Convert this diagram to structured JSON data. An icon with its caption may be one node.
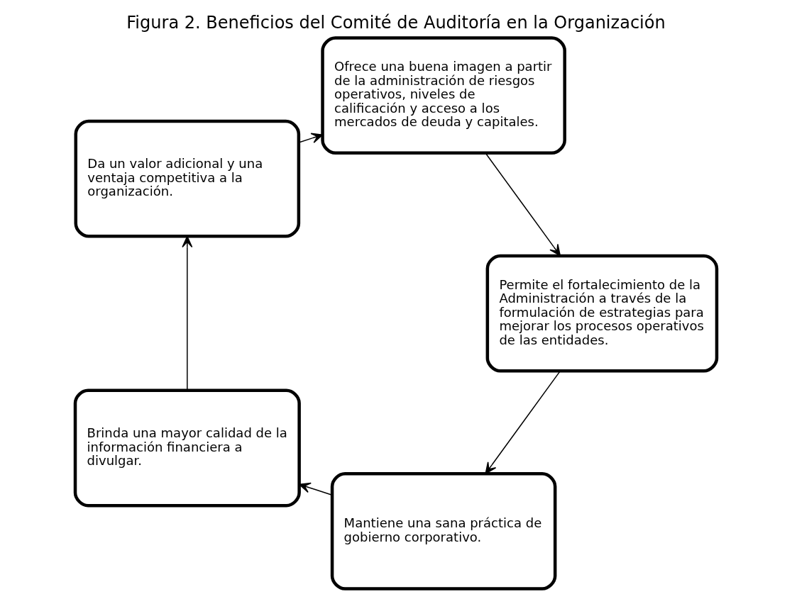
{
  "diagram": {
    "title": "Figura 2. Beneficios del Comité de Auditoría en la Organización",
    "nodes": [
      {
        "text": [
          "Mantiene una sana práctica de gobierno corporativo."
        ]
      },
      {
        "text": [
          "Brinda una mayor calidad de la información financiera a divulgar."
        ]
      },
      {
        "text": [
          "Da un valor adicional y una ventaja competitiva a la organización."
        ]
      },
      {
        "text": [
          "Ofrece una buena imagen a partir de la administración de riesgos operativos, niveles de calificación y acceso a los mercados de deuda y capitales."
        ]
      },
      {
        "text": [
          "Permite el fortalecimiento de la Administración a través de la formulación de estrategias para mejorar los procesos operativos de las entidades."
        ]
      }
    ],
    "edges": [
      {
        "from": 0,
        "to": 1,
        "arrow": "to"
      },
      {
        "from": 1,
        "to": 2,
        "arrow": "to"
      },
      {
        "from": 2,
        "to": 3,
        "arrow": "to"
      },
      {
        "from": 3,
        "to": 4,
        "arrow": "to"
      },
      {
        "from": 4,
        "to": 0,
        "arrow": "to"
      }
    ]
  }
}
